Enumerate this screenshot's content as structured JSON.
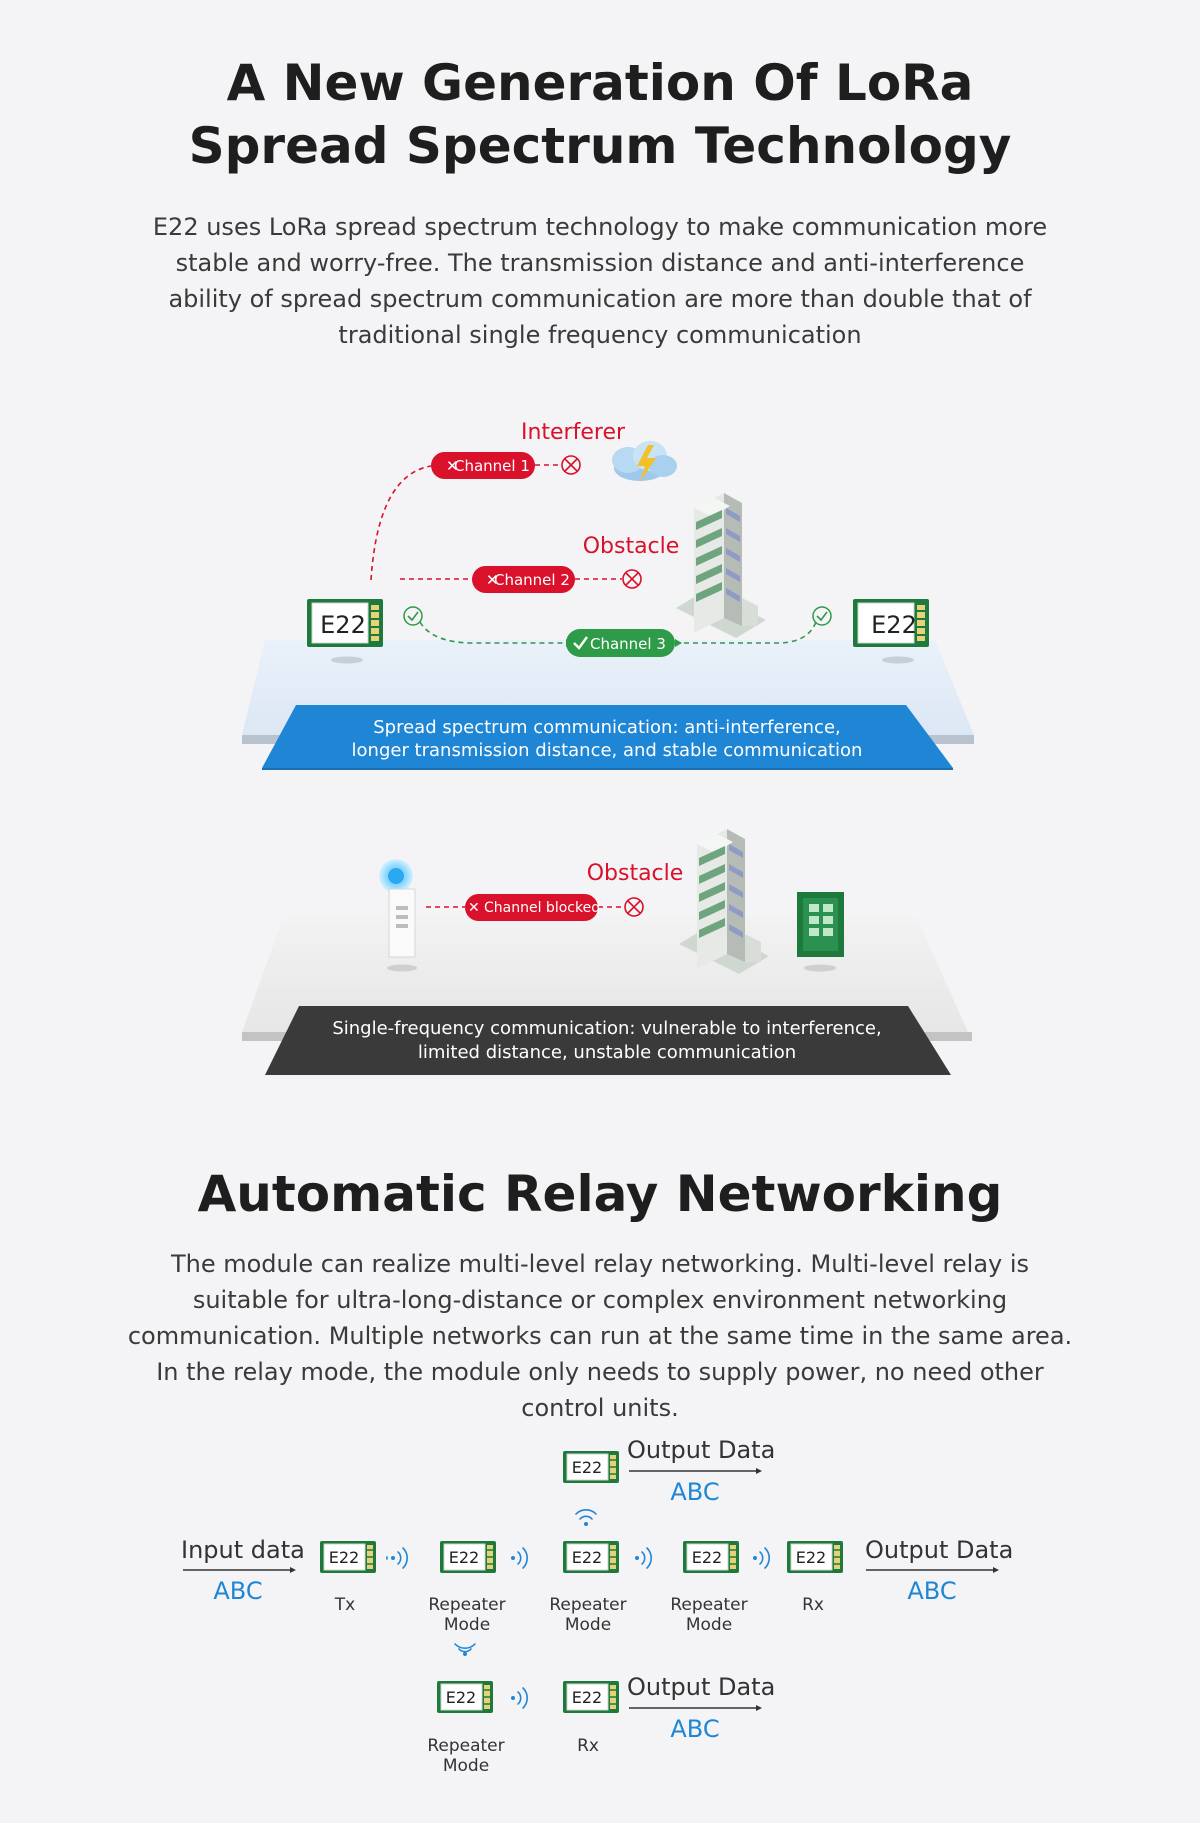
{
  "section1": {
    "title_line1": "A New Generation Of LoRa",
    "title_line2": "Spread Spectrum Technology",
    "description": "E22 uses LoRa spread spectrum technology to make communication more stable and worry-free. The transmission distance and anti-interference ability of spread spectrum communication are more than double that of traditional single frequency communication"
  },
  "spread_diagram": {
    "interferer_label": "Interferer",
    "obstacle_label": "Obstacle",
    "channel1": "Channel 1",
    "channel2": "Channel 2",
    "channel3": "Channel 3",
    "module_left": "E22",
    "module_right": "E22",
    "banner_line1": "Spread spectrum communication: anti-interference,",
    "banner_line2": "longer transmission distance, and stable communication"
  },
  "single_diagram": {
    "obstacle_label": "Obstacle",
    "channel_blocked": "Channel blocked",
    "banner_line1": "Single-frequency communication: vulnerable to interference,",
    "banner_line2": "limited distance, unstable communication"
  },
  "section2": {
    "title": "Automatic Relay Networking",
    "description": "The module can realize multi-level relay networking. Multi-level relay is suitable for ultra-long-distance or complex environment networking communication. Multiple networks can run at the same time in the same area. In the relay mode, the module only needs to supply power, no need other control units."
  },
  "relay_diagram": {
    "input_label": "Input data",
    "input_value": "ABC",
    "output_label": "Output Data",
    "output_value": "ABC",
    "module_name": "E22",
    "tx_label": "Tx",
    "rx_label": "Rx",
    "repeater_line1": "Repeater",
    "repeater_line2": "Mode"
  },
  "colors": {
    "alert_red": "#d9112a",
    "ok_green": "#2e9b48",
    "accent_blue": "#1f86d6",
    "dark_banner": "#3a3a3a",
    "pcb_green": "#1e7a3c"
  }
}
